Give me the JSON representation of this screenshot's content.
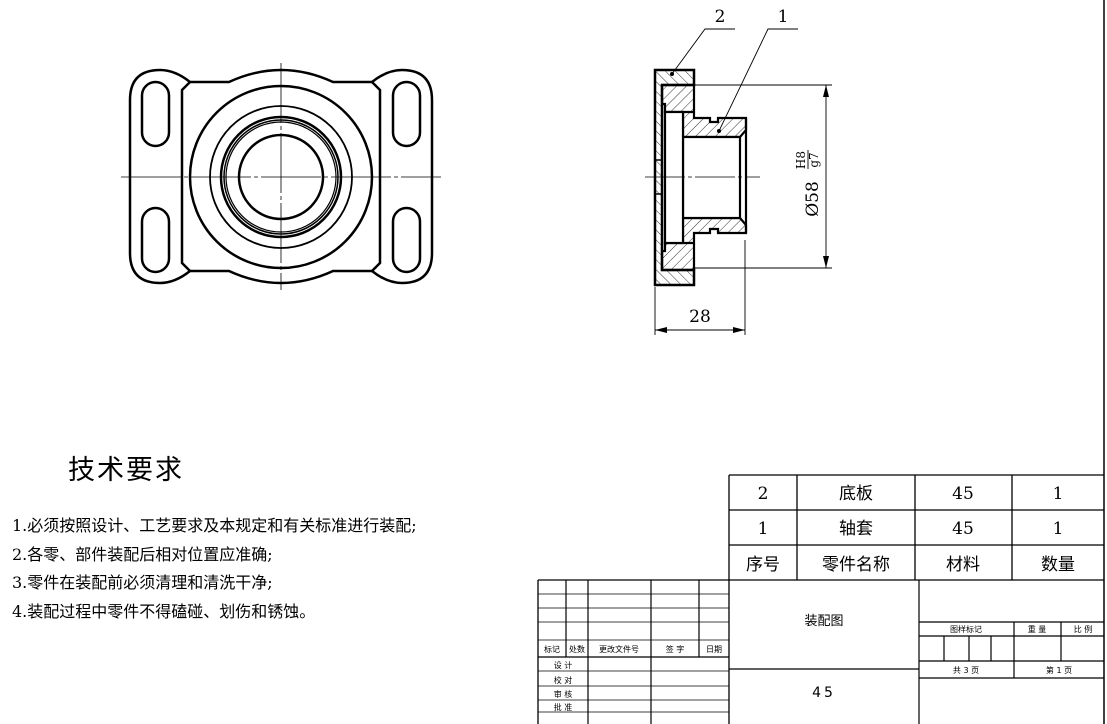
{
  "drawing": {
    "balloons": [
      "2",
      "1"
    ],
    "fit_dimension": {
      "diameter": "Ø58",
      "hole_tol": "H8",
      "shaft_tol": "g7"
    },
    "length_dimension": "28"
  },
  "tech_requirements": {
    "title": "技术要求",
    "items": [
      "1.必须按照设计、工艺要求及本规定和有关标准进行装配;",
      "2.各零、部件装配后相对位置应准确;",
      "3.零件在装配前必须清理和清洗干净;",
      "4.装配过程中零件不得磕碰、划伤和锈蚀。"
    ]
  },
  "parts_list": {
    "headers": [
      "序号",
      "零件名称",
      "材料",
      "数量"
    ],
    "rows": [
      [
        "2",
        "底板",
        "45",
        "1"
      ],
      [
        "1",
        "轴套",
        "45",
        "1"
      ]
    ]
  },
  "title_block": {
    "change_headers": [
      "标记",
      "处数",
      "更改文件号",
      "签 字",
      "日期"
    ],
    "roles": [
      "设 计",
      "校 对",
      "审 核",
      "批 准"
    ],
    "drawing_name": "装配图",
    "material": "45",
    "pattern_mark_label": "图样标记",
    "weight_label": "重 量",
    "scale_label": "比 例",
    "total_sheets": "共 3 页",
    "sheet_no": "第 1 页"
  }
}
